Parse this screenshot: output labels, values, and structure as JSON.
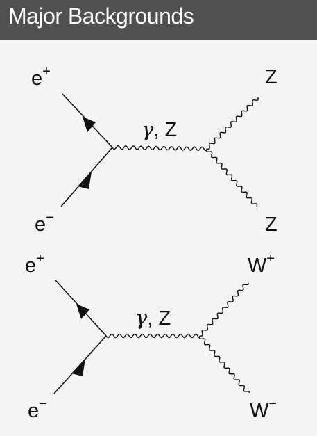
{
  "slide": {
    "title": "Major Backgrounds",
    "background_color": "#f4f4f4",
    "title_bar_color": "#505050",
    "title_text_color": "#ffffff"
  },
  "diagrams": [
    {
      "process": "ee_to_ZZ",
      "incoming_top": {
        "particle": "e",
        "charge": "+"
      },
      "incoming_bottom": {
        "particle": "e",
        "charge": "−"
      },
      "propagator": {
        "gamma": "γ",
        "rest": ", Z"
      },
      "outgoing_top": {
        "particle": "Z",
        "charge": ""
      },
      "outgoing_bottom": {
        "particle": "Z",
        "charge": ""
      }
    },
    {
      "process": "ee_to_WW",
      "incoming_top": {
        "particle": "e",
        "charge": "+"
      },
      "incoming_bottom": {
        "particle": "e",
        "charge": "−"
      },
      "propagator": {
        "gamma": "γ",
        "rest": ", Z"
      },
      "outgoing_top": {
        "particle": "W",
        "charge": "+"
      },
      "outgoing_bottom": {
        "particle": "W",
        "charge": "−"
      }
    }
  ]
}
